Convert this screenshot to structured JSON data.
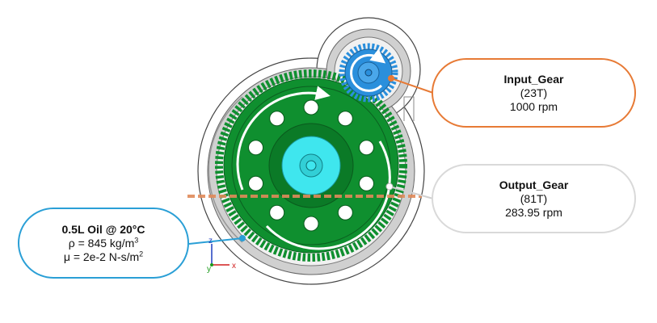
{
  "input_gear": {
    "name": "Input_Gear",
    "teeth": "(23T)",
    "speed": "1000 rpm",
    "color": "#2a8fdc",
    "callout_color": "#e77a35"
  },
  "output_gear": {
    "name": "Output_Gear",
    "teeth": "(81T)",
    "speed": "283.95 rpm",
    "color": "#0f8f2f",
    "hub_color": "#3fe6ee",
    "callout_color": "#d9d9d9"
  },
  "oil": {
    "title": "0.5L Oil @ 20°C",
    "density_prefix": "ρ = 845 kg/m",
    "density_exp": "3",
    "viscosity_prefix": "μ = 2e-2 N-s/m",
    "viscosity_exp": "2",
    "callout_color": "#2a9fd6"
  },
  "axes": {
    "z": "z",
    "y": "y",
    "x": "x"
  }
}
